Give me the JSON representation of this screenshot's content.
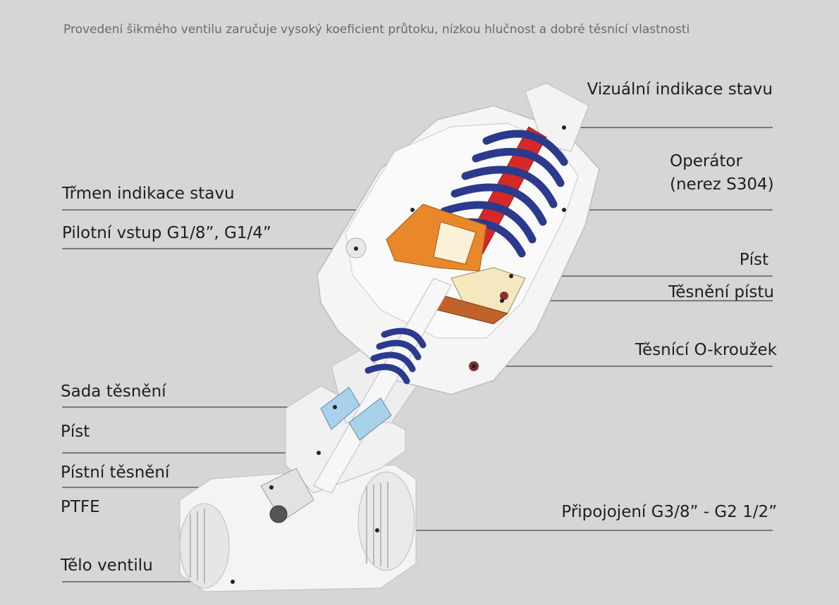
{
  "header": {
    "subtitle": "Provedení šikmého ventilu zaručuje vysoký koeficient průtoku, nízkou hlučnost a dobré těsnící vlastnosti"
  },
  "labels_left": [
    "Třmen indikace stavu",
    "Pilotní vstup G1/8”, G1/4”",
    "Sada těsnění",
    "Píst",
    "Pístní těsnění",
    "PTFE",
    "Tělo ventilu"
  ],
  "labels_right": [
    "Vizuální indikace stavu",
    "Operátor",
    "(nerez S304)",
    "Píst",
    "Těsnění pístu",
    "Těsnící O-kroužek",
    "Připojojení G3/8” - G2 1/2”"
  ],
  "colors": {
    "background": "#d6d6d6",
    "body_white": "#f4f4f4",
    "spring_blue": "#2b3a8c",
    "stem_red": "#d62828",
    "piston_orange": "#e8882a",
    "seal_light_blue": "#a8d2ea",
    "leader_line": "#444444"
  }
}
